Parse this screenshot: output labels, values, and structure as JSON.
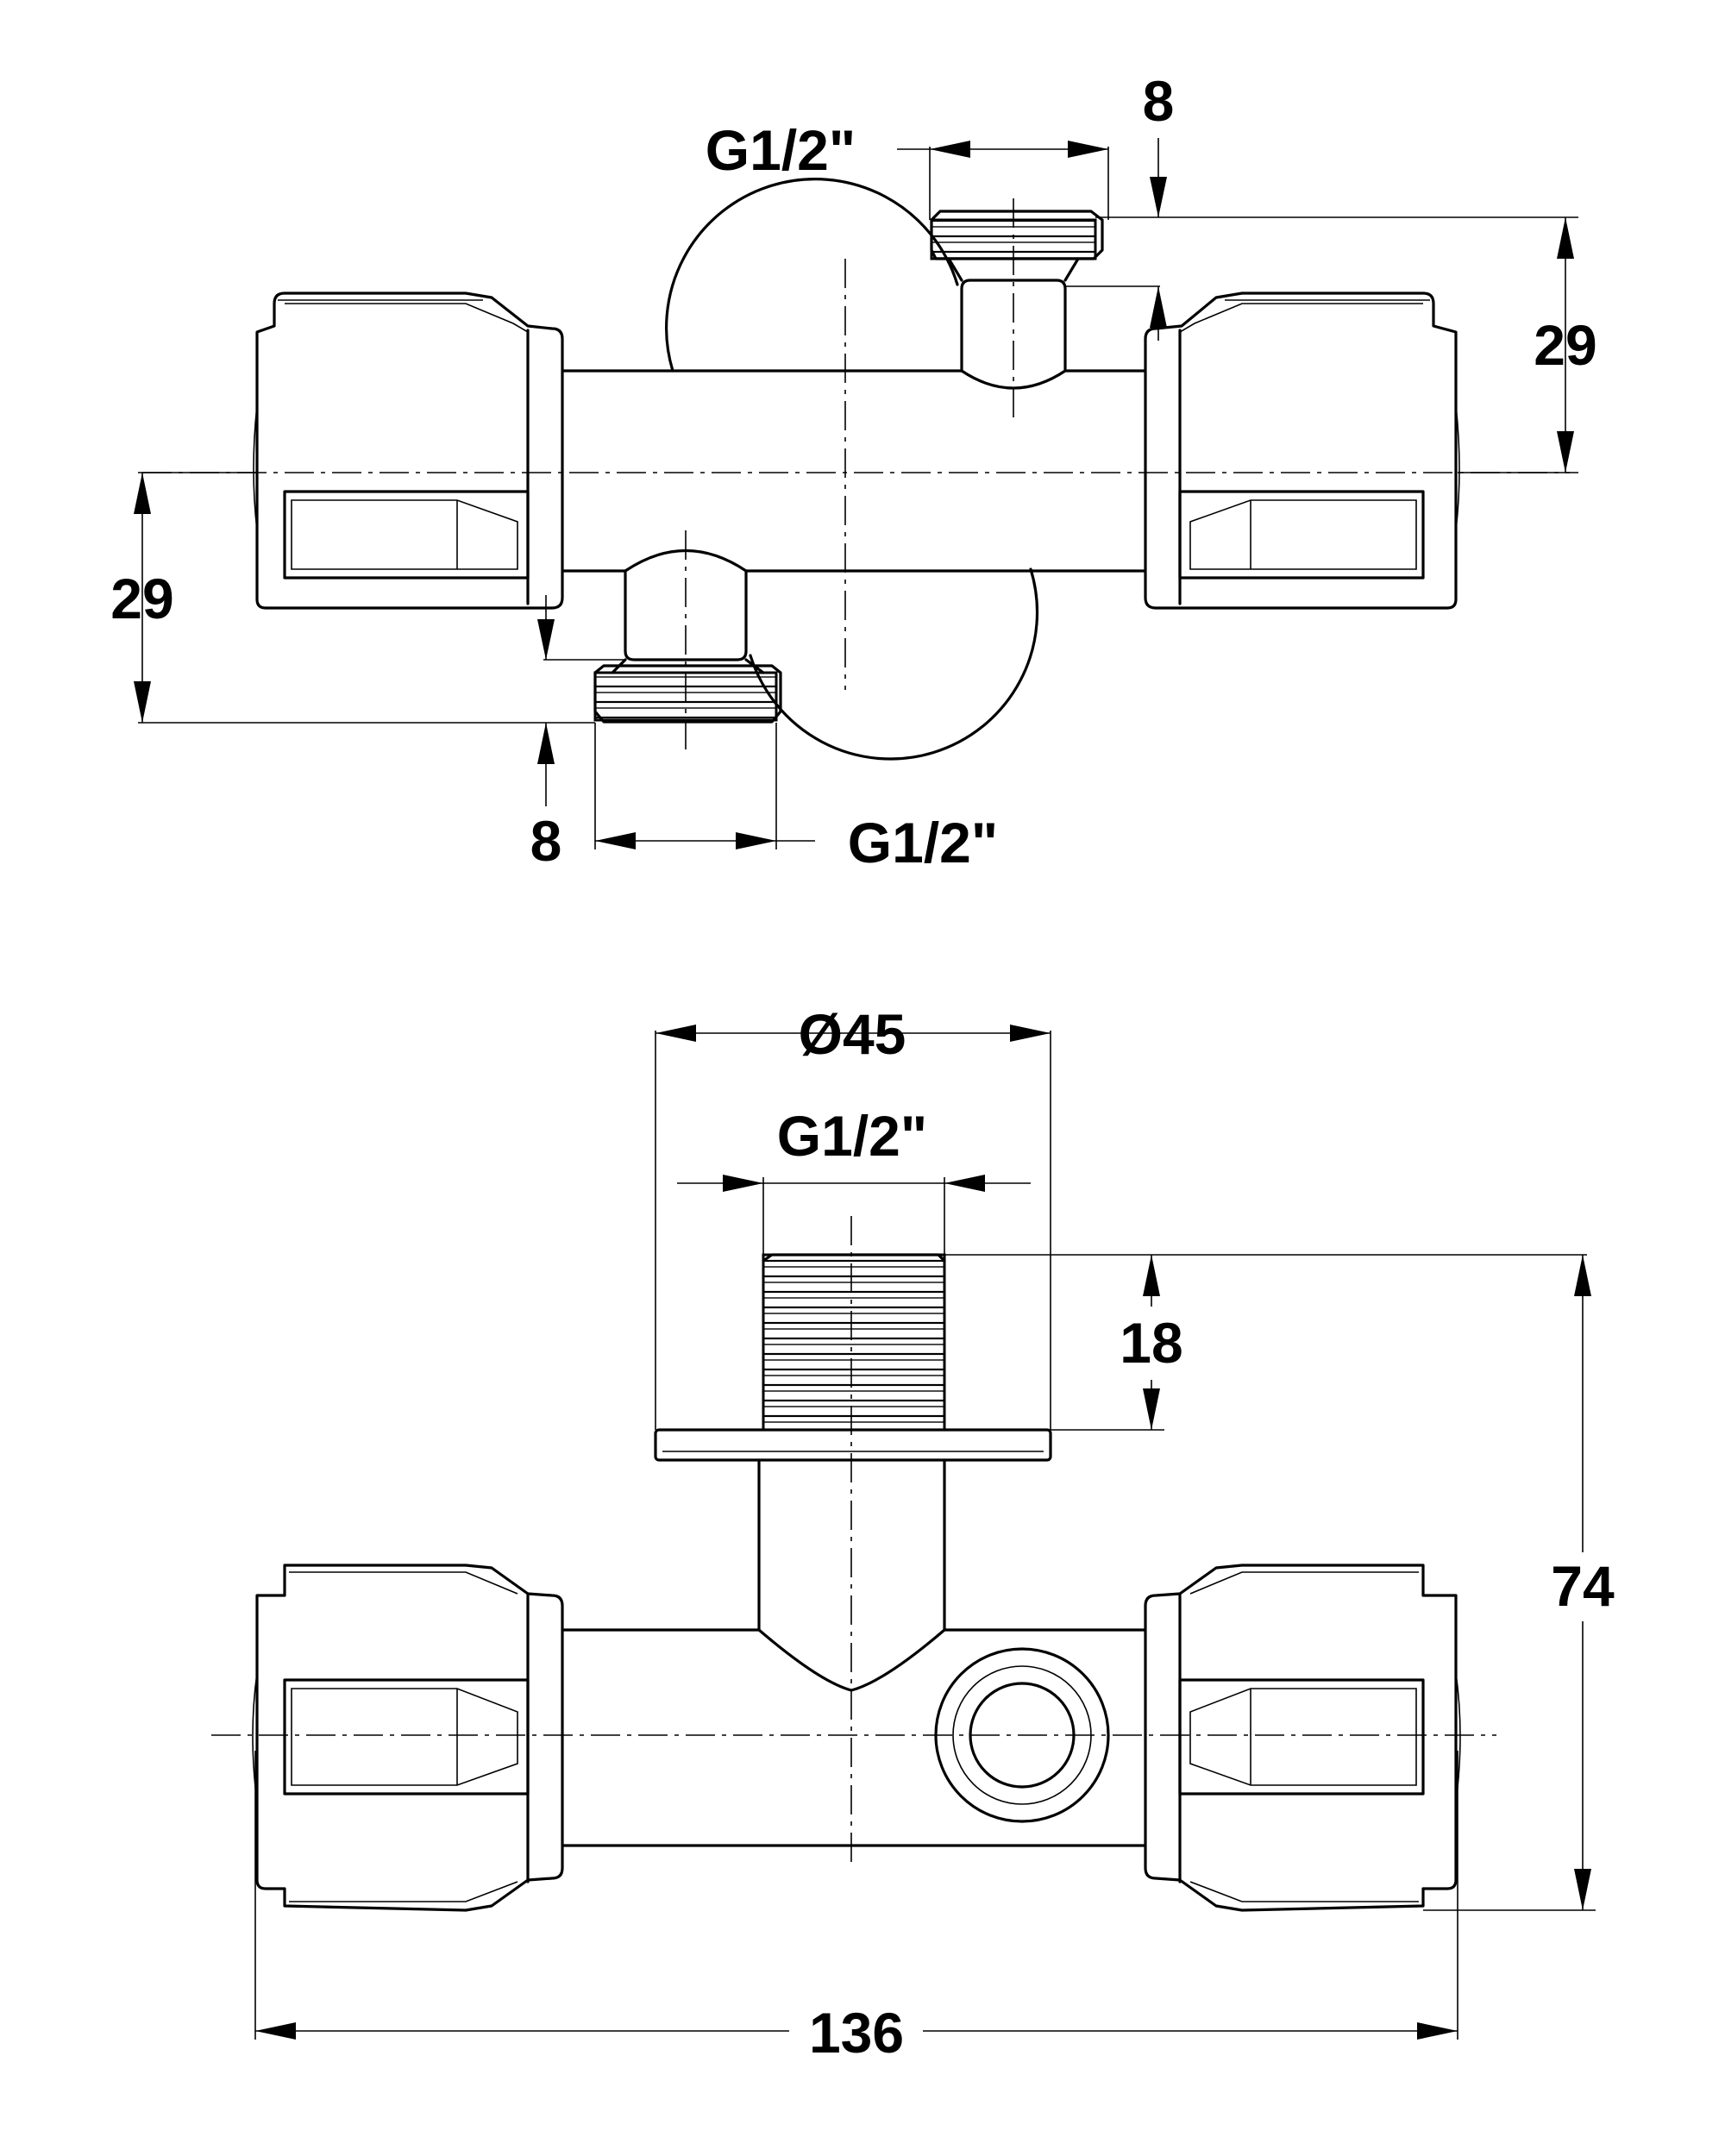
{
  "top_view": {
    "left_drop_width_label": "29",
    "left_thread_depth_label": "8",
    "left_thread_size_label": "G1/2\"",
    "right_drop_width_label": "29",
    "right_thread_depth_label": "8",
    "right_thread_size_label": "G1/2\""
  },
  "front_view": {
    "flange_diameter_label": "Ø45",
    "outlet_thread_label": "G1/2\"",
    "thread_length_label": "18",
    "overall_height_label": "74",
    "overall_width_label": "136"
  }
}
